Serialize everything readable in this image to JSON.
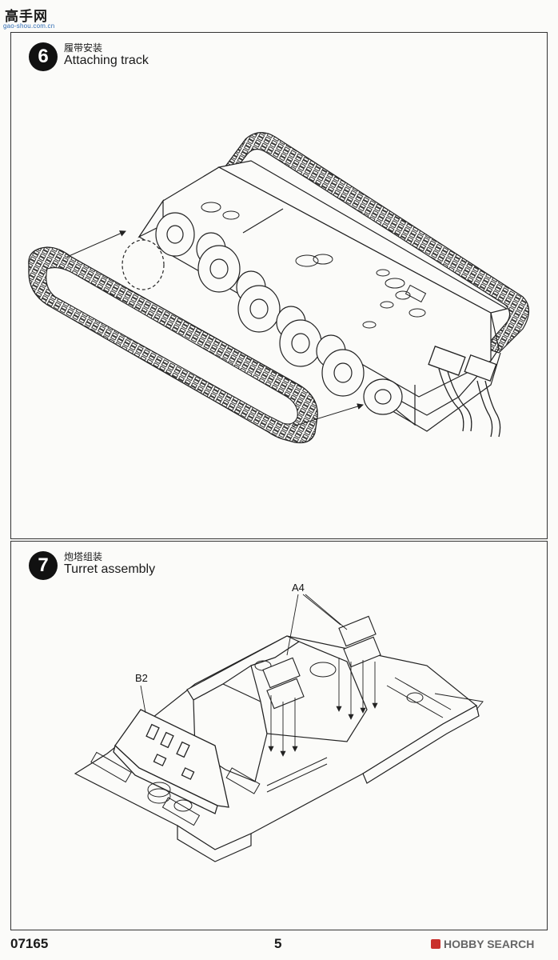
{
  "watermark": {
    "brand_cn": "高手网",
    "brand_url": "gao-shou.com.cn",
    "corner_text": "HOBBY SEARCH"
  },
  "step6": {
    "number": "6",
    "title_cn": "履带安装",
    "title_en": "Attaching track"
  },
  "step7": {
    "number": "7",
    "title_cn": "炮塔组装",
    "title_en": "Turret assembly",
    "part_labels": [
      "A4",
      "B2"
    ]
  },
  "footer": {
    "kit_code": "07165",
    "page_number": "5"
  }
}
